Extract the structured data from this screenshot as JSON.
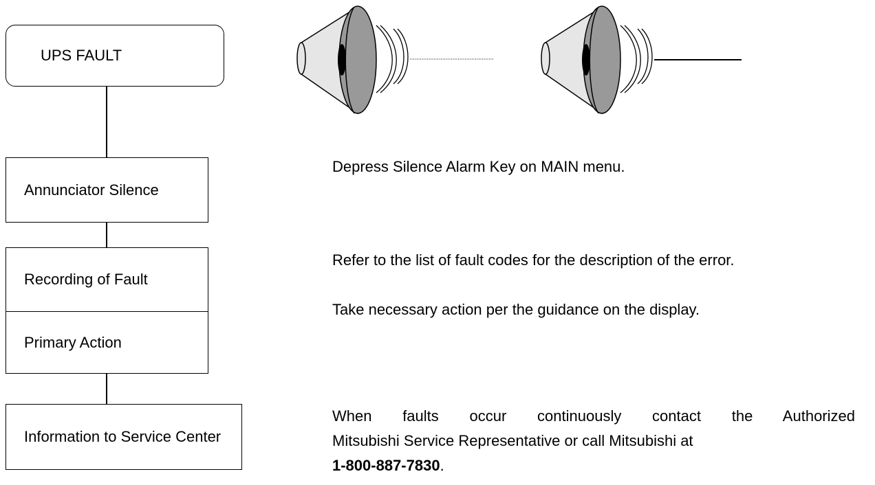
{
  "flow": {
    "start": "UPS FAULT",
    "steps": [
      {
        "label": "Annunciator Silence"
      },
      {
        "label": "Recording of Fault"
      },
      {
        "label": "Primary Action"
      },
      {
        "label": "Information to Service Center"
      }
    ]
  },
  "descriptions": {
    "silence": "Depress Silence Alarm Key on MAIN menu.",
    "recording": "Refer to the list of fault codes for the description of the error.",
    "primary": "Take necessary action per the guidance on the display.",
    "service_line1": "When faults occur continuously contact the Authorized",
    "service_line2": "Mitsubishi Service Representative or call Mitsubishi at",
    "service_phone": "1-800-887-7830",
    "service_period": "."
  },
  "icons": [
    "speaker-icon",
    "speaker-icon"
  ],
  "colors": {
    "speaker_cone": "#e6e6e6",
    "speaker_face": "#999999",
    "line": "#000000"
  }
}
